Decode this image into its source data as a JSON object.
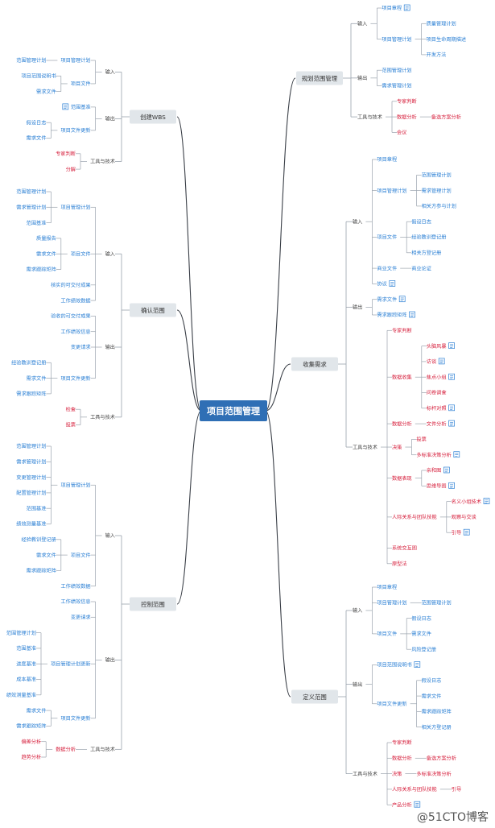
{
  "colors": {
    "root_bg": "#2f6fb5",
    "topic_bg": "#e1e6ea",
    "edge_main": "#3a3f47",
    "edge": "#9aa3ad",
    "text_dark": "#444444",
    "blue": "#2a7fd4",
    "red": "#d6203d",
    "note": "#2a7fd4"
  },
  "root": {
    "label": "项目范围管理"
  },
  "topics": [
    {
      "label": "规划范围管理",
      "nodes": [
        {
          "label": "输入",
          "children": [
            {
              "label": "项目章程",
              "note": true,
              "color": "blue"
            },
            {
              "label": "项目管理计划",
              "color": "blue",
              "children": [
                {
                  "label": "质量管理计划",
                  "color": "blue"
                },
                {
                  "label": "项目生命周期描述",
                  "color": "blue"
                },
                {
                  "label": "开发方法",
                  "color": "blue"
                }
              ]
            }
          ]
        },
        {
          "label": "输出",
          "children": [
            {
              "label": "范围管理计划",
              "color": "blue"
            },
            {
              "label": "需求管理计划",
              "color": "blue"
            }
          ]
        },
        {
          "label": "工具与技术",
          "children": [
            {
              "label": "专家判断",
              "color": "red"
            },
            {
              "label": "数据分析",
              "color": "red",
              "children": [
                {
                  "label": "备选方案分析",
                  "color": "red"
                }
              ]
            },
            {
              "label": "会议",
              "color": "red"
            }
          ]
        }
      ]
    },
    {
      "label": "收集需求",
      "nodes": [
        {
          "label": "输入",
          "children": [
            {
              "label": "项目章程",
              "color": "blue"
            },
            {
              "label": "项目管理计划",
              "color": "blue",
              "children": [
                {
                  "label": "范围管理计划",
                  "color": "blue"
                },
                {
                  "label": "需求管理计划",
                  "color": "blue"
                },
                {
                  "label": "相关方参与计划",
                  "color": "blue"
                }
              ]
            },
            {
              "label": "项目文件",
              "color": "blue",
              "children": [
                {
                  "label": "假设日志",
                  "color": "blue"
                },
                {
                  "label": "经验教训登记册",
                  "color": "blue"
                },
                {
                  "label": "相关方登记册",
                  "color": "blue"
                }
              ]
            },
            {
              "label": "商业文件",
              "color": "blue",
              "children": [
                {
                  "label": "商业论证",
                  "color": "blue"
                }
              ]
            },
            {
              "label": "协议",
              "note": true,
              "color": "blue"
            }
          ]
        },
        {
          "label": "输出",
          "children": [
            {
              "label": "需求文件",
              "note": true,
              "color": "blue"
            },
            {
              "label": "需求跟踪矩阵",
              "note": true,
              "color": "blue"
            }
          ]
        },
        {
          "label": "工具与技术",
          "children": [
            {
              "label": "专家判断",
              "color": "red"
            },
            {
              "label": "数据收集",
              "color": "red",
              "children": [
                {
                  "label": "头脑风暴",
                  "note": true,
                  "color": "red"
                },
                {
                  "label": "访谈",
                  "note": true,
                  "color": "red"
                },
                {
                  "label": "焦点小组",
                  "note": true,
                  "color": "red"
                },
                {
                  "label": "问卷调查",
                  "color": "red"
                },
                {
                  "label": "标杆对照",
                  "note": true,
                  "color": "red"
                }
              ]
            },
            {
              "label": "数据分析",
              "color": "red",
              "children": [
                {
                  "label": "文件分析",
                  "note": true,
                  "color": "red"
                }
              ]
            },
            {
              "label": "决策",
              "color": "red",
              "children": [
                {
                  "label": "投票",
                  "color": "red"
                },
                {
                  "label": "多标准决策分析",
                  "note": true,
                  "color": "red"
                }
              ]
            },
            {
              "label": "数据表现",
              "color": "red",
              "children": [
                {
                  "label": "亲和图",
                  "note": true,
                  "color": "red"
                },
                {
                  "label": "思维导图",
                  "note": true,
                  "color": "red"
                }
              ]
            },
            {
              "label": "人际关系与团队技能",
              "color": "red",
              "children": [
                {
                  "label": "名义小组技术",
                  "note": true,
                  "color": "red"
                },
                {
                  "label": "观察与交谈",
                  "color": "red"
                },
                {
                  "label": "引导",
                  "note": true,
                  "color": "red"
                }
              ]
            },
            {
              "label": "系统交互图",
              "color": "red"
            },
            {
              "label": "原型法",
              "color": "red"
            }
          ]
        }
      ]
    },
    {
      "label": "定义范围",
      "nodes": [
        {
          "label": "输入",
          "children": [
            {
              "label": "项目章程",
              "color": "blue"
            },
            {
              "label": "项目管理计划",
              "color": "blue",
              "children": [
                {
                  "label": "范围管理计划",
                  "color": "blue"
                }
              ]
            },
            {
              "label": "项目文件",
              "color": "blue",
              "children": [
                {
                  "label": "假设日志",
                  "color": "blue"
                },
                {
                  "label": "需求文件",
                  "color": "blue"
                },
                {
                  "label": "风险登记册",
                  "color": "blue"
                }
              ]
            }
          ]
        },
        {
          "label": "输出",
          "children": [
            {
              "label": "项目范围说明书",
              "note": true,
              "color": "blue"
            },
            {
              "label": "项目文件更新",
              "color": "blue",
              "children": [
                {
                  "label": "假设日志",
                  "color": "blue"
                },
                {
                  "label": "需求文件",
                  "color": "blue"
                },
                {
                  "label": "需求跟踪矩阵",
                  "color": "blue"
                },
                {
                  "label": "相关方登记册",
                  "color": "blue"
                }
              ]
            }
          ]
        },
        {
          "label": "工具与技术",
          "children": [
            {
              "label": "专家判断",
              "color": "red"
            },
            {
              "label": "数据分析",
              "color": "red",
              "children": [
                {
                  "label": "备选方案分析",
                  "color": "red"
                }
              ]
            },
            {
              "label": "决策",
              "color": "red",
              "children": [
                {
                  "label": "多标准决策分析",
                  "color": "red"
                }
              ]
            },
            {
              "label": "人际关系与团队技能",
              "color": "red",
              "children": [
                {
                  "label": "引导",
                  "color": "red"
                }
              ]
            },
            {
              "label": "产品分析",
              "note": true,
              "color": "red"
            }
          ]
        }
      ]
    },
    {
      "label": "创建WBS",
      "nodes": [
        {
          "label": "输入",
          "children": [
            {
              "label": "项目管理计划",
              "color": "blue",
              "children": [
                {
                  "label": "范围管理计划",
                  "color": "blue"
                }
              ]
            },
            {
              "label": "项目文件",
              "color": "blue",
              "children": [
                {
                  "label": "项目范围说明书",
                  "color": "blue"
                },
                {
                  "label": "需求文件",
                  "color": "blue"
                }
              ]
            }
          ]
        },
        {
          "label": "输出",
          "children": [
            {
              "label": "范围基准",
              "note": true,
              "color": "blue"
            },
            {
              "label": "项目文件更新",
              "color": "blue",
              "children": [
                {
                  "label": "假设日志",
                  "color": "blue"
                },
                {
                  "label": "需求文件",
                  "color": "blue"
                }
              ]
            }
          ]
        },
        {
          "label": "工具与技术",
          "children": [
            {
              "label": "专家判断",
              "color": "red"
            },
            {
              "label": "分解",
              "color": "red"
            }
          ]
        }
      ]
    },
    {
      "label": "确认范围",
      "nodes": [
        {
          "label": "输入",
          "children": [
            {
              "label": "项目管理计划",
              "color": "blue",
              "children": [
                {
                  "label": "范围管理计划",
                  "color": "blue"
                },
                {
                  "label": "需求管理计划",
                  "color": "blue"
                },
                {
                  "label": "范围基准",
                  "color": "blue"
                }
              ]
            },
            {
              "label": "项目文件",
              "color": "blue",
              "children": [
                {
                  "label": "质量报告",
                  "color": "blue"
                },
                {
                  "label": "需求文件",
                  "color": "blue"
                },
                {
                  "label": "需求跟踪矩阵",
                  "color": "blue"
                }
              ]
            },
            {
              "label": "核实的可交付成果",
              "color": "blue"
            },
            {
              "label": "工作绩效数据",
              "color": "blue"
            }
          ]
        },
        {
          "label": "输出",
          "children": [
            {
              "label": "验收的可交付成果",
              "color": "blue"
            },
            {
              "label": "工作绩效信息",
              "color": "blue"
            },
            {
              "label": "变更请求",
              "color": "blue"
            },
            {
              "label": "项目文件更新",
              "color": "blue",
              "children": [
                {
                  "label": "经验教训登记册",
                  "color": "blue"
                },
                {
                  "label": "需求文件",
                  "color": "blue"
                },
                {
                  "label": "需求跟踪矩阵",
                  "color": "blue"
                }
              ]
            }
          ]
        },
        {
          "label": "工具与技术",
          "children": [
            {
              "label": "检查",
              "color": "red"
            },
            {
              "label": "投票",
              "color": "red"
            }
          ]
        }
      ]
    },
    {
      "label": "控制范围",
      "nodes": [
        {
          "label": "输入",
          "children": [
            {
              "label": "项目管理计划",
              "color": "blue",
              "children": [
                {
                  "label": "范围管理计划",
                  "color": "blue"
                },
                {
                  "label": "需求管理计划",
                  "color": "blue"
                },
                {
                  "label": "变更管理计划",
                  "color": "blue"
                },
                {
                  "label": "配置管理计划",
                  "color": "blue"
                },
                {
                  "label": "范围基准",
                  "color": "blue"
                },
                {
                  "label": "绩效测量基准",
                  "color": "blue"
                }
              ]
            },
            {
              "label": "项目文件",
              "color": "blue",
              "children": [
                {
                  "label": "经验教训登记册",
                  "color": "blue"
                },
                {
                  "label": "需求文件",
                  "color": "blue"
                },
                {
                  "label": "需求跟踪矩阵",
                  "color": "blue"
                }
              ]
            },
            {
              "label": "工作绩效数据",
              "color": "blue"
            }
          ]
        },
        {
          "label": "输出",
          "children": [
            {
              "label": "工作绩效信息",
              "color": "blue"
            },
            {
              "label": "变更请求",
              "color": "blue"
            },
            {
              "label": "项目管理计划更新",
              "color": "blue",
              "children": [
                {
                  "label": "范围管理计划",
                  "color": "blue"
                },
                {
                  "label": "范围基准",
                  "color": "blue"
                },
                {
                  "label": "进度基准",
                  "color": "blue"
                },
                {
                  "label": "成本基准",
                  "color": "blue"
                },
                {
                  "label": "绩效测量基准",
                  "color": "blue"
                }
              ]
            },
            {
              "label": "项目文件更新",
              "color": "blue",
              "children": [
                {
                  "label": "需求文件",
                  "color": "blue"
                },
                {
                  "label": "需求跟踪矩阵",
                  "color": "blue"
                }
              ]
            }
          ]
        },
        {
          "label": "工具与技术",
          "children": [
            {
              "label": "数据分析",
              "color": "red",
              "children": [
                {
                  "label": "偏差分析",
                  "color": "red"
                },
                {
                  "label": "趋势分析",
                  "color": "red"
                }
              ]
            }
          ]
        }
      ]
    }
  ],
  "watermark": "@51CTO博客"
}
